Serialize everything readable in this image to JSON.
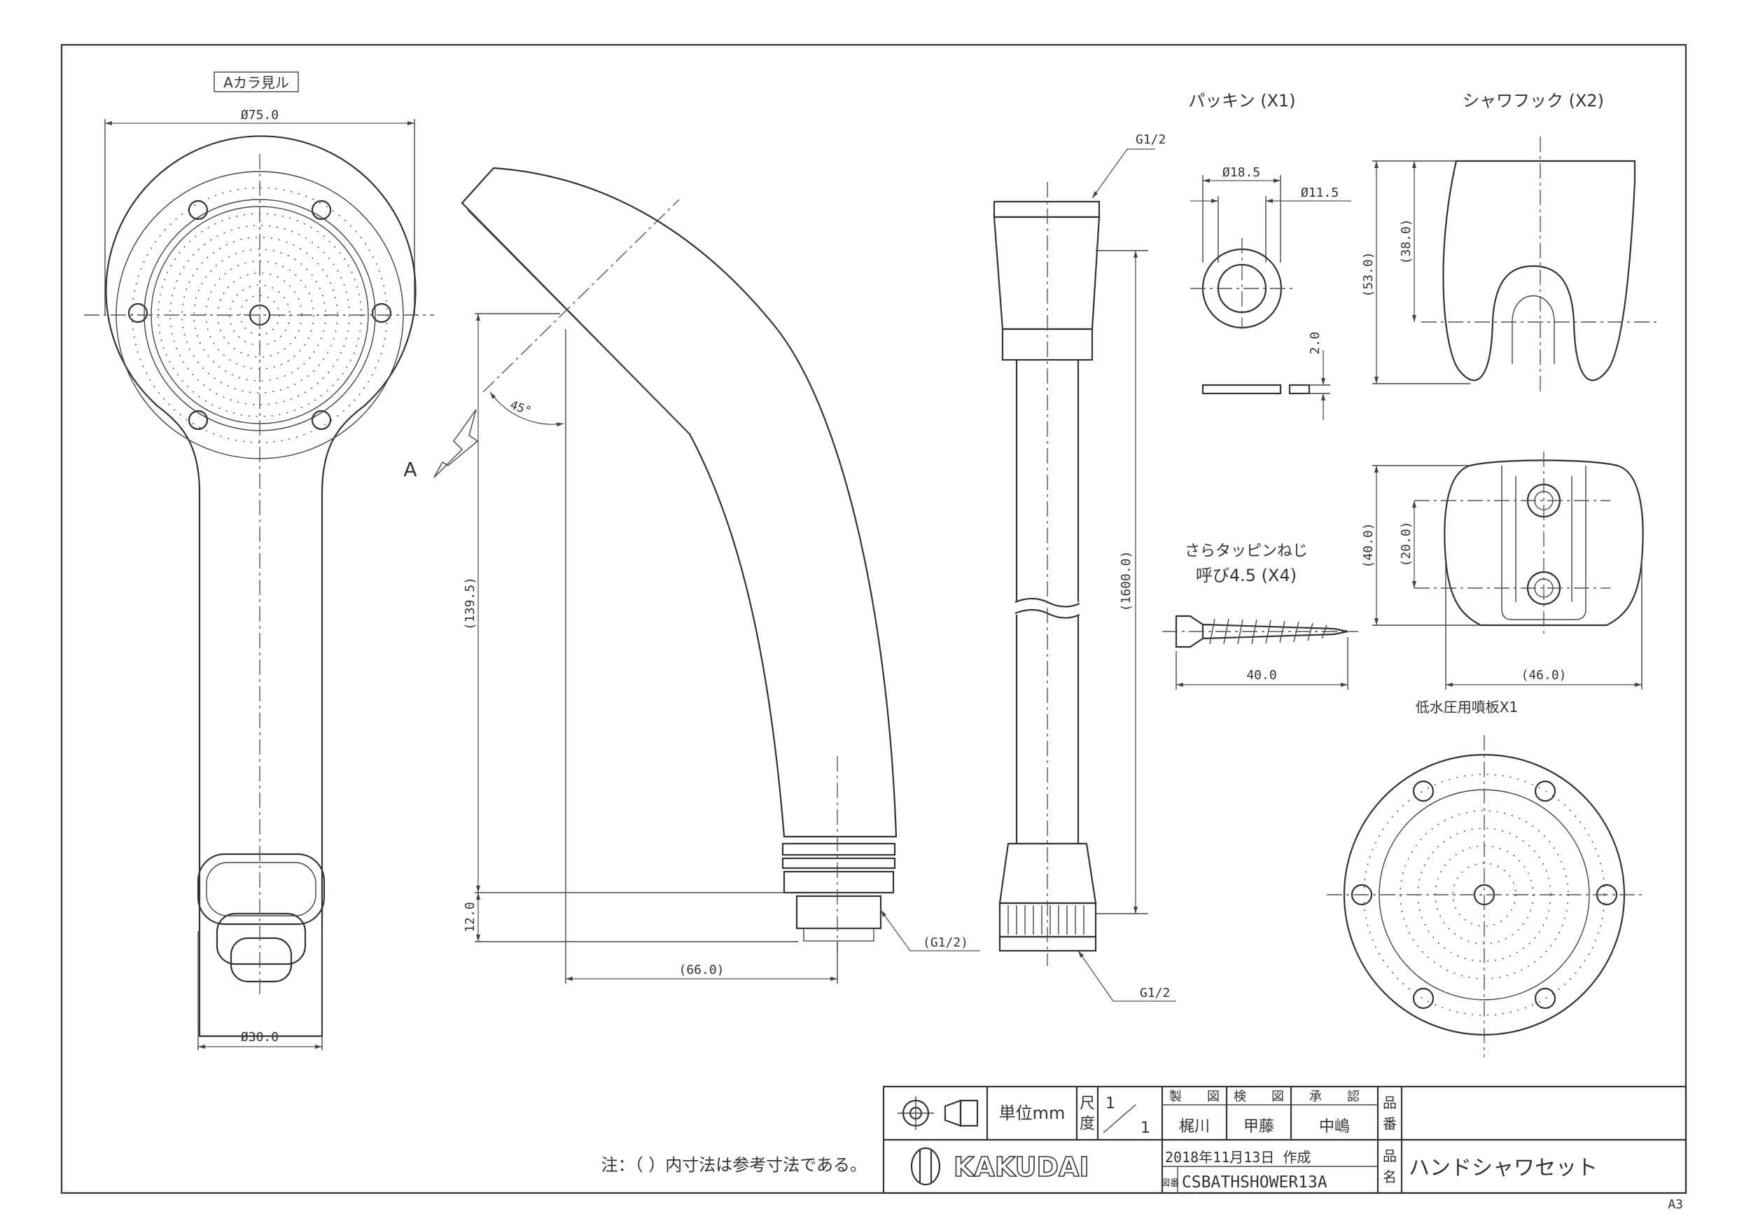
{
  "view_label": "Aカラ見ル",
  "front_view": {
    "dia_head": "Ø75.0",
    "dia_base": "Ø30.0"
  },
  "side_view": {
    "arrow_label": "A",
    "angle": "45°",
    "length": "(139.5)",
    "thread_len": "12.0",
    "offset": "(66.0)",
    "thread": "(G1/2)"
  },
  "hose": {
    "top_thread": "G1/2",
    "bottom_thread": "G1/2",
    "length": "(1600.0)"
  },
  "packing": {
    "title": "パッキン (X1)",
    "outer": "Ø18.5",
    "inner": "Ø11.5",
    "thickness": "2.0"
  },
  "screw": {
    "title_1": "さらタッピンねじ",
    "title_2": "呼び4.5 (X4)",
    "length": "40.0"
  },
  "hook": {
    "title": "シャワフック (X2)",
    "height": "(53.0)",
    "height_to_slot": "(38.0)",
    "front_height": "(40.0)",
    "hole_pitch": "(20.0)",
    "width": "(46.0)"
  },
  "plate": {
    "title": "低水圧用噴板X1"
  },
  "note": "注：（  ）内寸法は参考寸法である。",
  "title_block": {
    "unit": "単位mm",
    "scale_label_1": "尺",
    "scale_label_2": "度",
    "scale_num": "1",
    "scale_den": "1",
    "drawn_label": "製　　図",
    "checked_label": "検　　図",
    "approved_label": "承　　認",
    "drawn": "梶川",
    "checked": "甲藤",
    "approved": "中嶋",
    "date": "2018年11月13日  作成",
    "dwg_label": "図番",
    "dwg_no": "CSBATHSHOWER13A",
    "part_no_label_1": "品",
    "part_no_label_2": "番",
    "part_no": "",
    "part_name_label_1": "品",
    "part_name_label_2": "名",
    "part_name": "ハンドシャワセット",
    "logo": "KAKUDAI"
  },
  "sheet_size": "A3"
}
